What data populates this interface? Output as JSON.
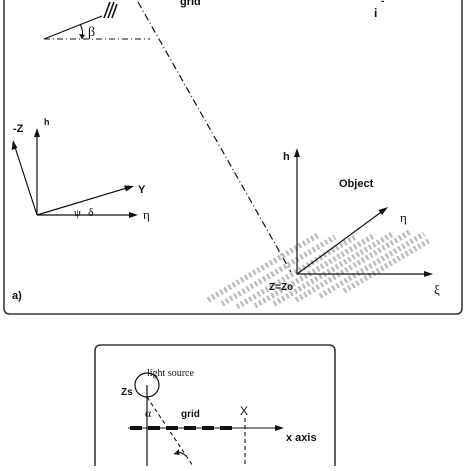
{
  "colors": {
    "ink": "#111111",
    "hatch": "#bdbdbd",
    "panel_border": "#3a3a3a",
    "background": "#ffffff"
  },
  "panel_a": {
    "label": "a)",
    "top_fragment": {
      "grid_label": "grid",
      "i_label": "i",
      "beta_label": "β"
    },
    "left_axes": {
      "neg_z_label": "-Z",
      "h_label": "h",
      "y_label": "Y",
      "eta_label": "η",
      "psi_label": "ψ",
      "delta_label": "δ"
    },
    "object": {
      "title": "Object",
      "h_label": "h",
      "eta_label": "η",
      "xi_label": "ξ",
      "z_label": "Z=Zo"
    }
  },
  "panel_b": {
    "light_source_label": "light source",
    "zs_label": "Zs",
    "alpha_label": "α",
    "grid_label": "grid",
    "x_label": "X",
    "x_axis_label": "x axis"
  }
}
